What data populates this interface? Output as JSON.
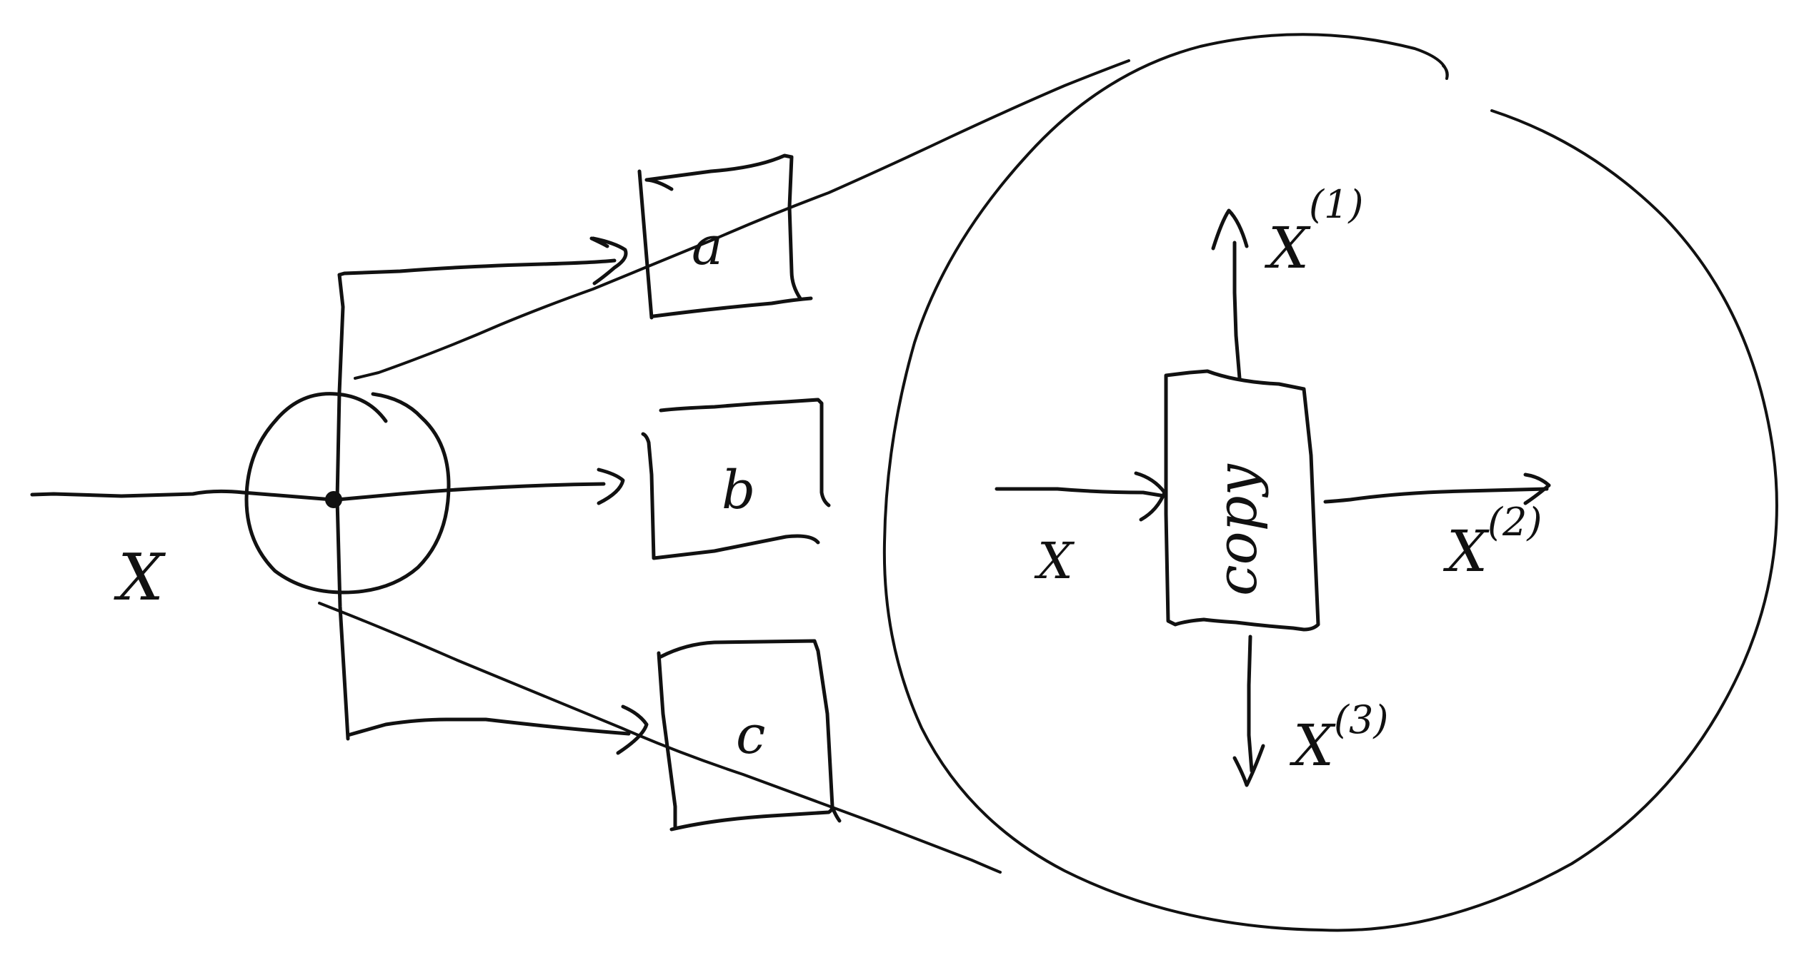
{
  "diagram": {
    "input_label": "X",
    "boxes": [
      {
        "label": "a"
      },
      {
        "label": "b"
      },
      {
        "label": "c"
      }
    ],
    "zoom": {
      "input_label": "X",
      "box_label": "copy",
      "outputs": [
        {
          "base": "X",
          "sup": "(1)"
        },
        {
          "base": "X",
          "sup": "(2)"
        },
        {
          "base": "X",
          "sup": "(3)"
        }
      ]
    }
  }
}
